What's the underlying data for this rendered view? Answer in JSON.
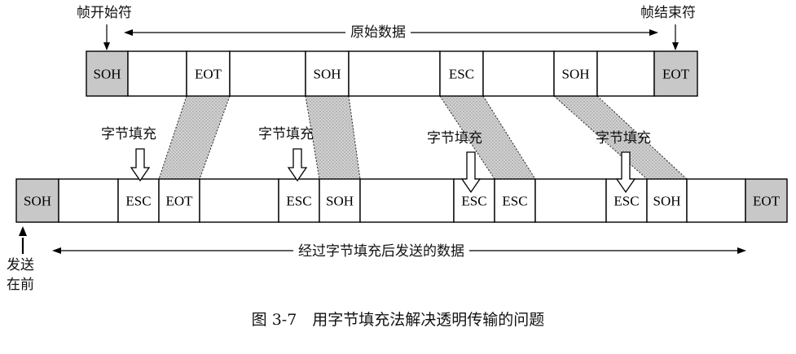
{
  "labels": {
    "frame_start": "帧开始符",
    "frame_end": "帧结束符",
    "original_data": "原始数据",
    "stuffing": "字节填充",
    "stuffed_data": "经过字节填充后发送的数据",
    "send_first_line1": "发送",
    "send_first_line2": "在前"
  },
  "top_frame": [
    "SOH",
    "",
    "EOT",
    "",
    "SOH",
    "",
    "ESC",
    "",
    "SOH",
    "",
    "EOT"
  ],
  "bottom_frame": [
    "SOH",
    "",
    "ESC",
    "EOT",
    "",
    "ESC",
    "SOH",
    "",
    "ESC",
    "ESC",
    "",
    "ESC",
    "SOH",
    "",
    "EOT"
  ],
  "caption": "图 3-7　用字节填充法解决透明传输的问题",
  "colors": {
    "shade": "#c8c8c8",
    "line": "#000000"
  }
}
